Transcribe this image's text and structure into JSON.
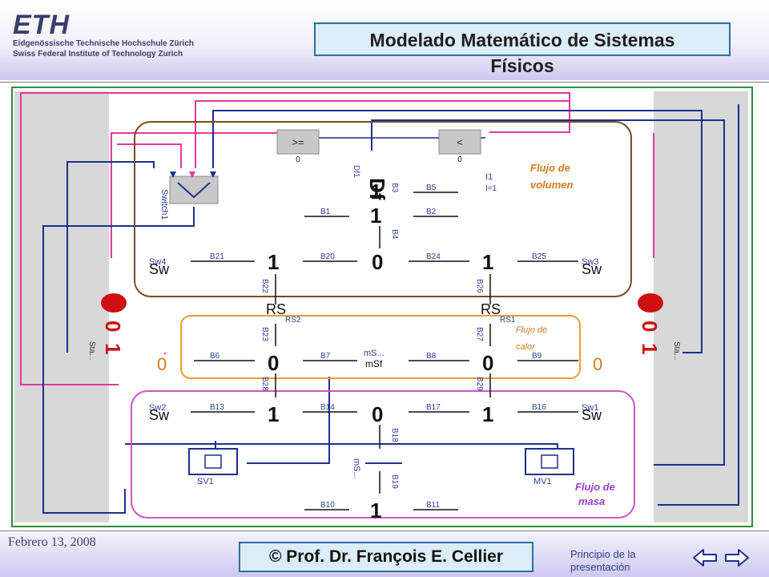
{
  "header": {
    "logo_mark": "ETH",
    "logo_line1": "Eidgenössische Technische Hochschule Zürich",
    "logo_line2": "Swiss Federal Institute of Technology Zurich",
    "title_line1": "Modelado Matemático de Sistemas",
    "title_line2": "Físicos"
  },
  "footer": {
    "date": "Febrero 13, 2008",
    "author": "© Prof. Dr. François E. Cellier",
    "home_line1": "Principio de la",
    "home_line2": "presentación"
  },
  "diagram": {
    "regions": {
      "volumen": [
        "Flujo de",
        "volumen"
      ],
      "calor": [
        "Flujo de",
        "calor"
      ],
      "masa": [
        "Flujo de",
        "masa"
      ]
    },
    "blocks": {
      "switch": "Switch1",
      "ge": ">=",
      "lt": "<",
      "ge_port": "0",
      "lt_port": "0",
      "df_label": "Df",
      "df_sub": "Df1",
      "i1": "I1",
      "i1_sub": "I=1",
      "sw4": "Sw4",
      "sw3": "Sw3",
      "sw2": "Sw2",
      "sw1": "Sw1",
      "sw_text": "Sw",
      "rs2": "RS2",
      "rs1": "RS1",
      "rs_text": "RS",
      "ms_top": "mS...",
      "msf": "mSf",
      "ms_side": "mS...",
      "sv1": "SV1",
      "mv1": "MV1",
      "sta_left": "Sta...",
      "sta_right": "Sta..."
    },
    "junctions": {
      "one": "1",
      "zero": "0"
    },
    "bonds": {
      "b1": "B1",
      "b2": "B2",
      "b3": "B3",
      "b4": "B4",
      "b5": "B5",
      "b6": "B6",
      "b7": "B7",
      "b8": "B8",
      "b9": "B9",
      "b10": "B10",
      "b11": "B11",
      "b13": "B13",
      "b14": "B14",
      "b16": "B16",
      "b17": "B17",
      "b18": "B18",
      "b19": "B19",
      "b20": "B20",
      "b21": "B21",
      "b22": "B22",
      "b23": "B23",
      "b24": "B24",
      "b25": "B25",
      "b26": "B26",
      "b27": "B27",
      "b28": "B28",
      "b29": "B29"
    },
    "colors": {
      "frame": "#2e8b3d",
      "volumen": "#7b4a24",
      "calor": "#e5a12b",
      "masa": "#cc55cc",
      "signal_blue": "#1e2f8c",
      "signal_pink": "#e0399b",
      "labels": "#2c3f9a",
      "orange_label": "#d47a1e",
      "purple_label": "#9b40c8",
      "led": "#cc1010"
    }
  }
}
